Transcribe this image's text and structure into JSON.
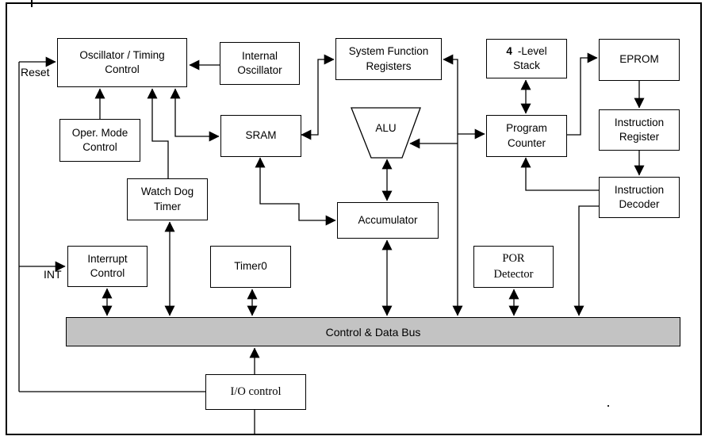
{
  "labels": {
    "reset": "Reset",
    "int": "INT"
  },
  "blocks": {
    "oscillator": {
      "lines": [
        "Oscillator / Timing",
        "Control"
      ]
    },
    "internal_oscillator": {
      "lines": [
        "Internal",
        "Oscillator"
      ]
    },
    "system_function_registers": {
      "lines": [
        "System Function",
        "Registers"
      ]
    },
    "level_stack": {
      "number": "4",
      "lines": [
        "-Level",
        "Stack"
      ]
    },
    "eprom": {
      "lines": [
        "EPROM"
      ]
    },
    "oper_mode_control": {
      "lines": [
        "Oper. Mode",
        "Control"
      ]
    },
    "sram": {
      "lines": [
        "SRAM"
      ]
    },
    "alu": {
      "lines": [
        "ALU"
      ]
    },
    "program_counter": {
      "lines": [
        "Program",
        "Counter"
      ]
    },
    "instruction_register": {
      "lines": [
        "Instruction",
        "Register"
      ]
    },
    "watch_dog_timer": {
      "lines": [
        "Watch Dog",
        "Timer"
      ]
    },
    "accumulator": {
      "lines": [
        "Accumulator"
      ]
    },
    "instruction_decoder": {
      "lines": [
        "Instruction",
        "Decoder"
      ]
    },
    "interrupt_control": {
      "lines": [
        "Interrupt",
        "Control"
      ]
    },
    "timer0": {
      "lines": [
        "Timer0"
      ]
    },
    "por_detector": {
      "lines": [
        "POR",
        "Detector"
      ]
    },
    "io_control": {
      "lines": [
        "I/O control"
      ]
    }
  },
  "bus": {
    "label": "Control & Data Bus",
    "color": "#c3c3c3"
  }
}
